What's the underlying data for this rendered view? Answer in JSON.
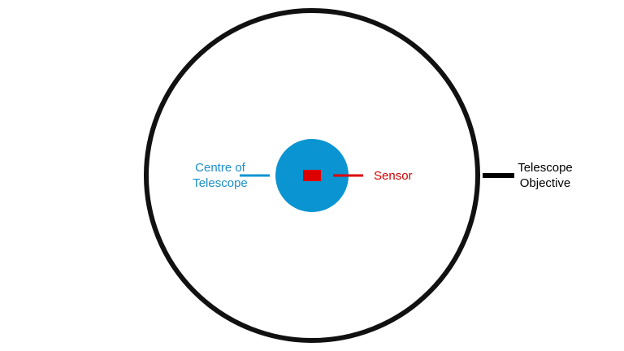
{
  "labels": {
    "centre_line1": "Centre of",
    "centre_line2": "Telescope",
    "sensor": "Sensor",
    "objective_line1": "Telescope",
    "objective_line2": "Objective"
  },
  "colors": {
    "objective_ring": "#111111",
    "centre_disc": "#0b94d2",
    "sensor": "#dd0000",
    "centre_text": "#1a8fc9",
    "sensor_text": "#d40000",
    "objective_text": "#000000"
  }
}
